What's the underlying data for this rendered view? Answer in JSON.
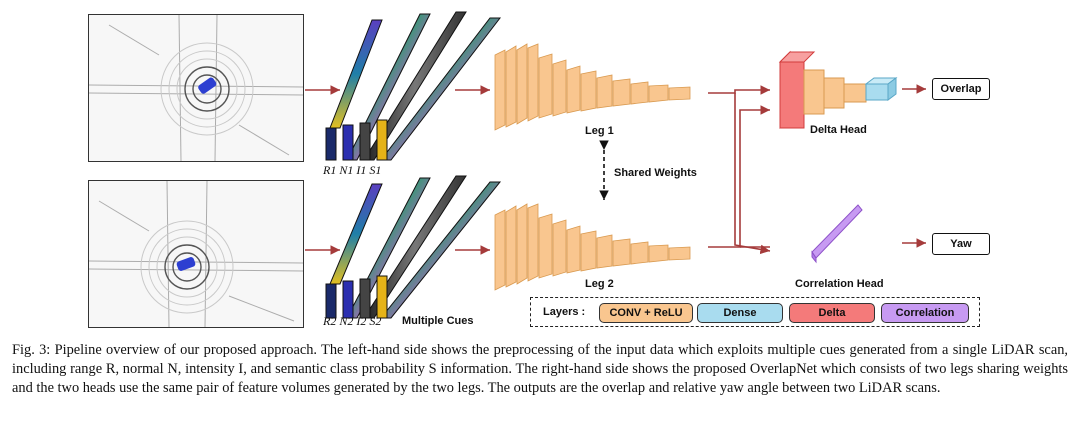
{
  "figure": {
    "inputs": [
      {
        "cue_labels": [
          "R1",
          "N1",
          "I1",
          "S1"
        ]
      },
      {
        "cue_labels": [
          "R2",
          "N2",
          "I2",
          "S2"
        ]
      }
    ],
    "multiple_cues_label": "Multiple Cues",
    "leg1_label": "Leg 1",
    "leg2_label": "Leg 2",
    "shared_weights_label": "Shared Weights",
    "delta_head_label": "Delta Head",
    "correlation_head_label": "Correlation Head",
    "outputs": {
      "overlap": "Overlap",
      "yaw": "Yaw"
    },
    "legend": {
      "title": "Layers :",
      "items": [
        {
          "label": "CONV + ReLU",
          "color": "#f9c68f"
        },
        {
          "label": "Dense",
          "color": "#a9dcef"
        },
        {
          "label": "Delta",
          "color": "#f47a7a"
        },
        {
          "label": "Correlation",
          "color": "#c79af2"
        }
      ]
    },
    "colors": {
      "arrow": "#a53b3b",
      "conv": "#f9c68f",
      "conv_edge": "#d99a50",
      "dense": "#a9dcef",
      "delta": "#f47a7a",
      "correlation": "#c79af2"
    }
  },
  "caption": "Fig. 3: Pipeline overview of our proposed approach. The left-hand side shows the preprocessing of the input data which exploits multiple cues generated from a single LiDAR scan, including range R, normal N, intensity I, and semantic class probability S information. The right-hand side shows the proposed OverlapNet which consists of two legs sharing weights and the two heads use the same pair of feature volumes generated by the two legs. The outputs are the overlap and relative yaw angle between two LiDAR scans."
}
